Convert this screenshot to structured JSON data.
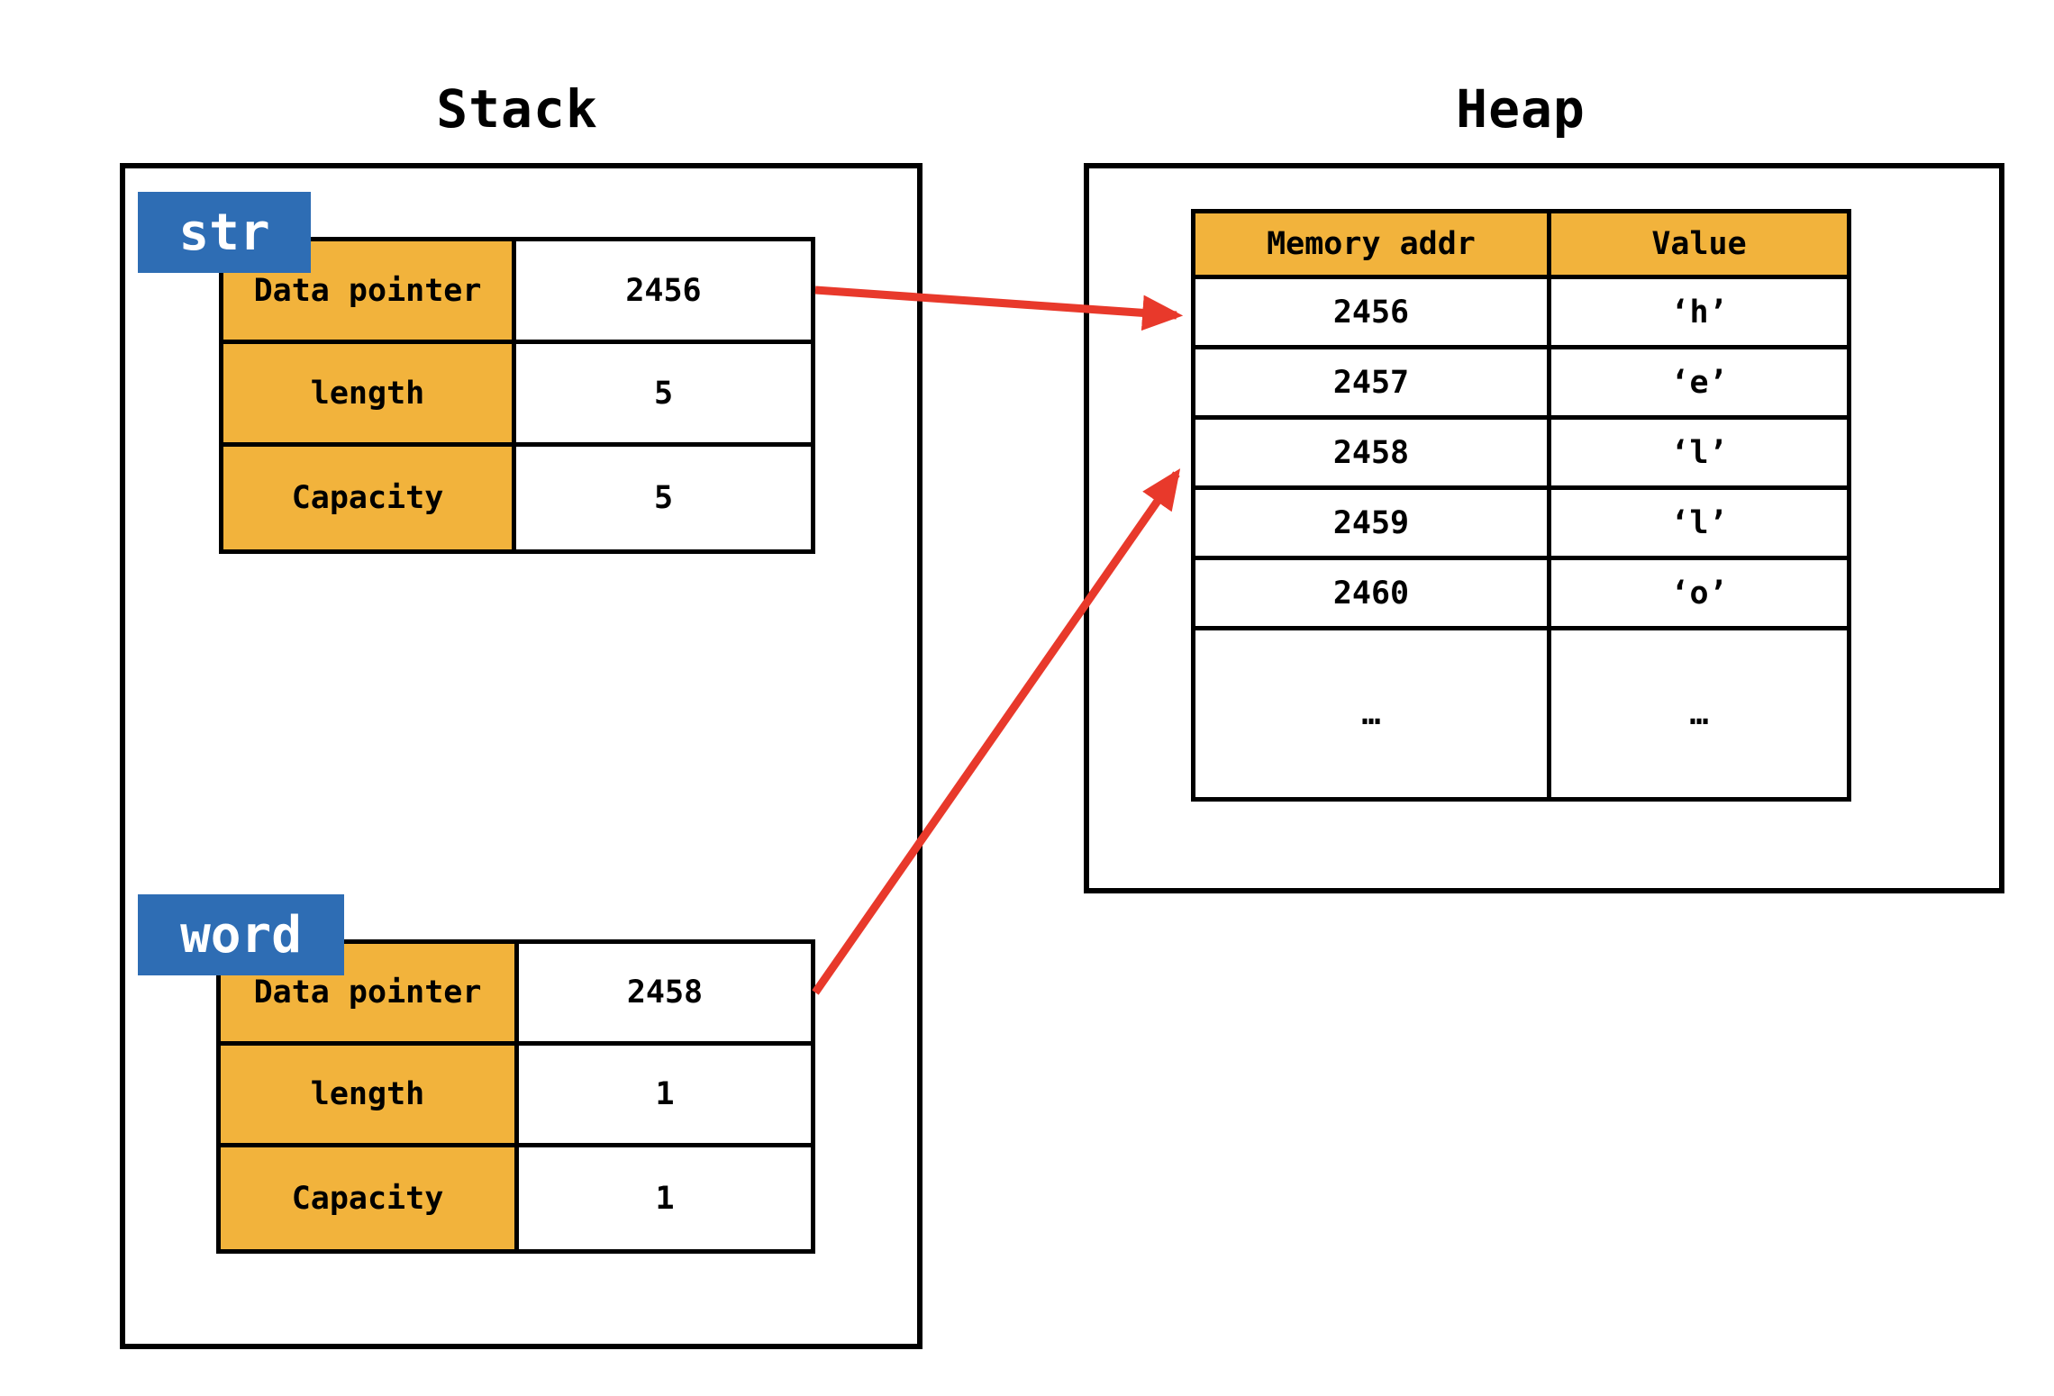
{
  "titles": {
    "stack": "Stack",
    "heap": "Heap"
  },
  "stack": {
    "structs": [
      {
        "name": "str",
        "rows": [
          {
            "label": "Data pointer",
            "value": "2456"
          },
          {
            "label": "length",
            "value": "5"
          },
          {
            "label": "Capacity",
            "value": "5"
          }
        ]
      },
      {
        "name": "word",
        "rows": [
          {
            "label": "Data pointer",
            "value": "2458"
          },
          {
            "label": "length",
            "value": "1"
          },
          {
            "label": "Capacity",
            "value": "1"
          }
        ]
      }
    ]
  },
  "heap": {
    "table": {
      "headers": [
        "Memory addr",
        "Value"
      ],
      "rows": [
        {
          "addr": "2456",
          "value": "‘h’"
        },
        {
          "addr": "2457",
          "value": "‘e’"
        },
        {
          "addr": "2458",
          "value": "‘l’"
        },
        {
          "addr": "2459",
          "value": "‘l’"
        },
        {
          "addr": "2460",
          "value": "‘o’"
        },
        {
          "addr": "…",
          "value": "…"
        }
      ]
    }
  },
  "arrows": [
    {
      "from": "str.Data pointer (2456)",
      "to": "heap row 2456"
    },
    {
      "from": "word.Data pointer (2458)",
      "to": "heap row 2458"
    }
  ],
  "colors": {
    "orange": "#f2b33c",
    "blue": "#2e6db4",
    "red": "#e8392b",
    "border": "#000000"
  }
}
